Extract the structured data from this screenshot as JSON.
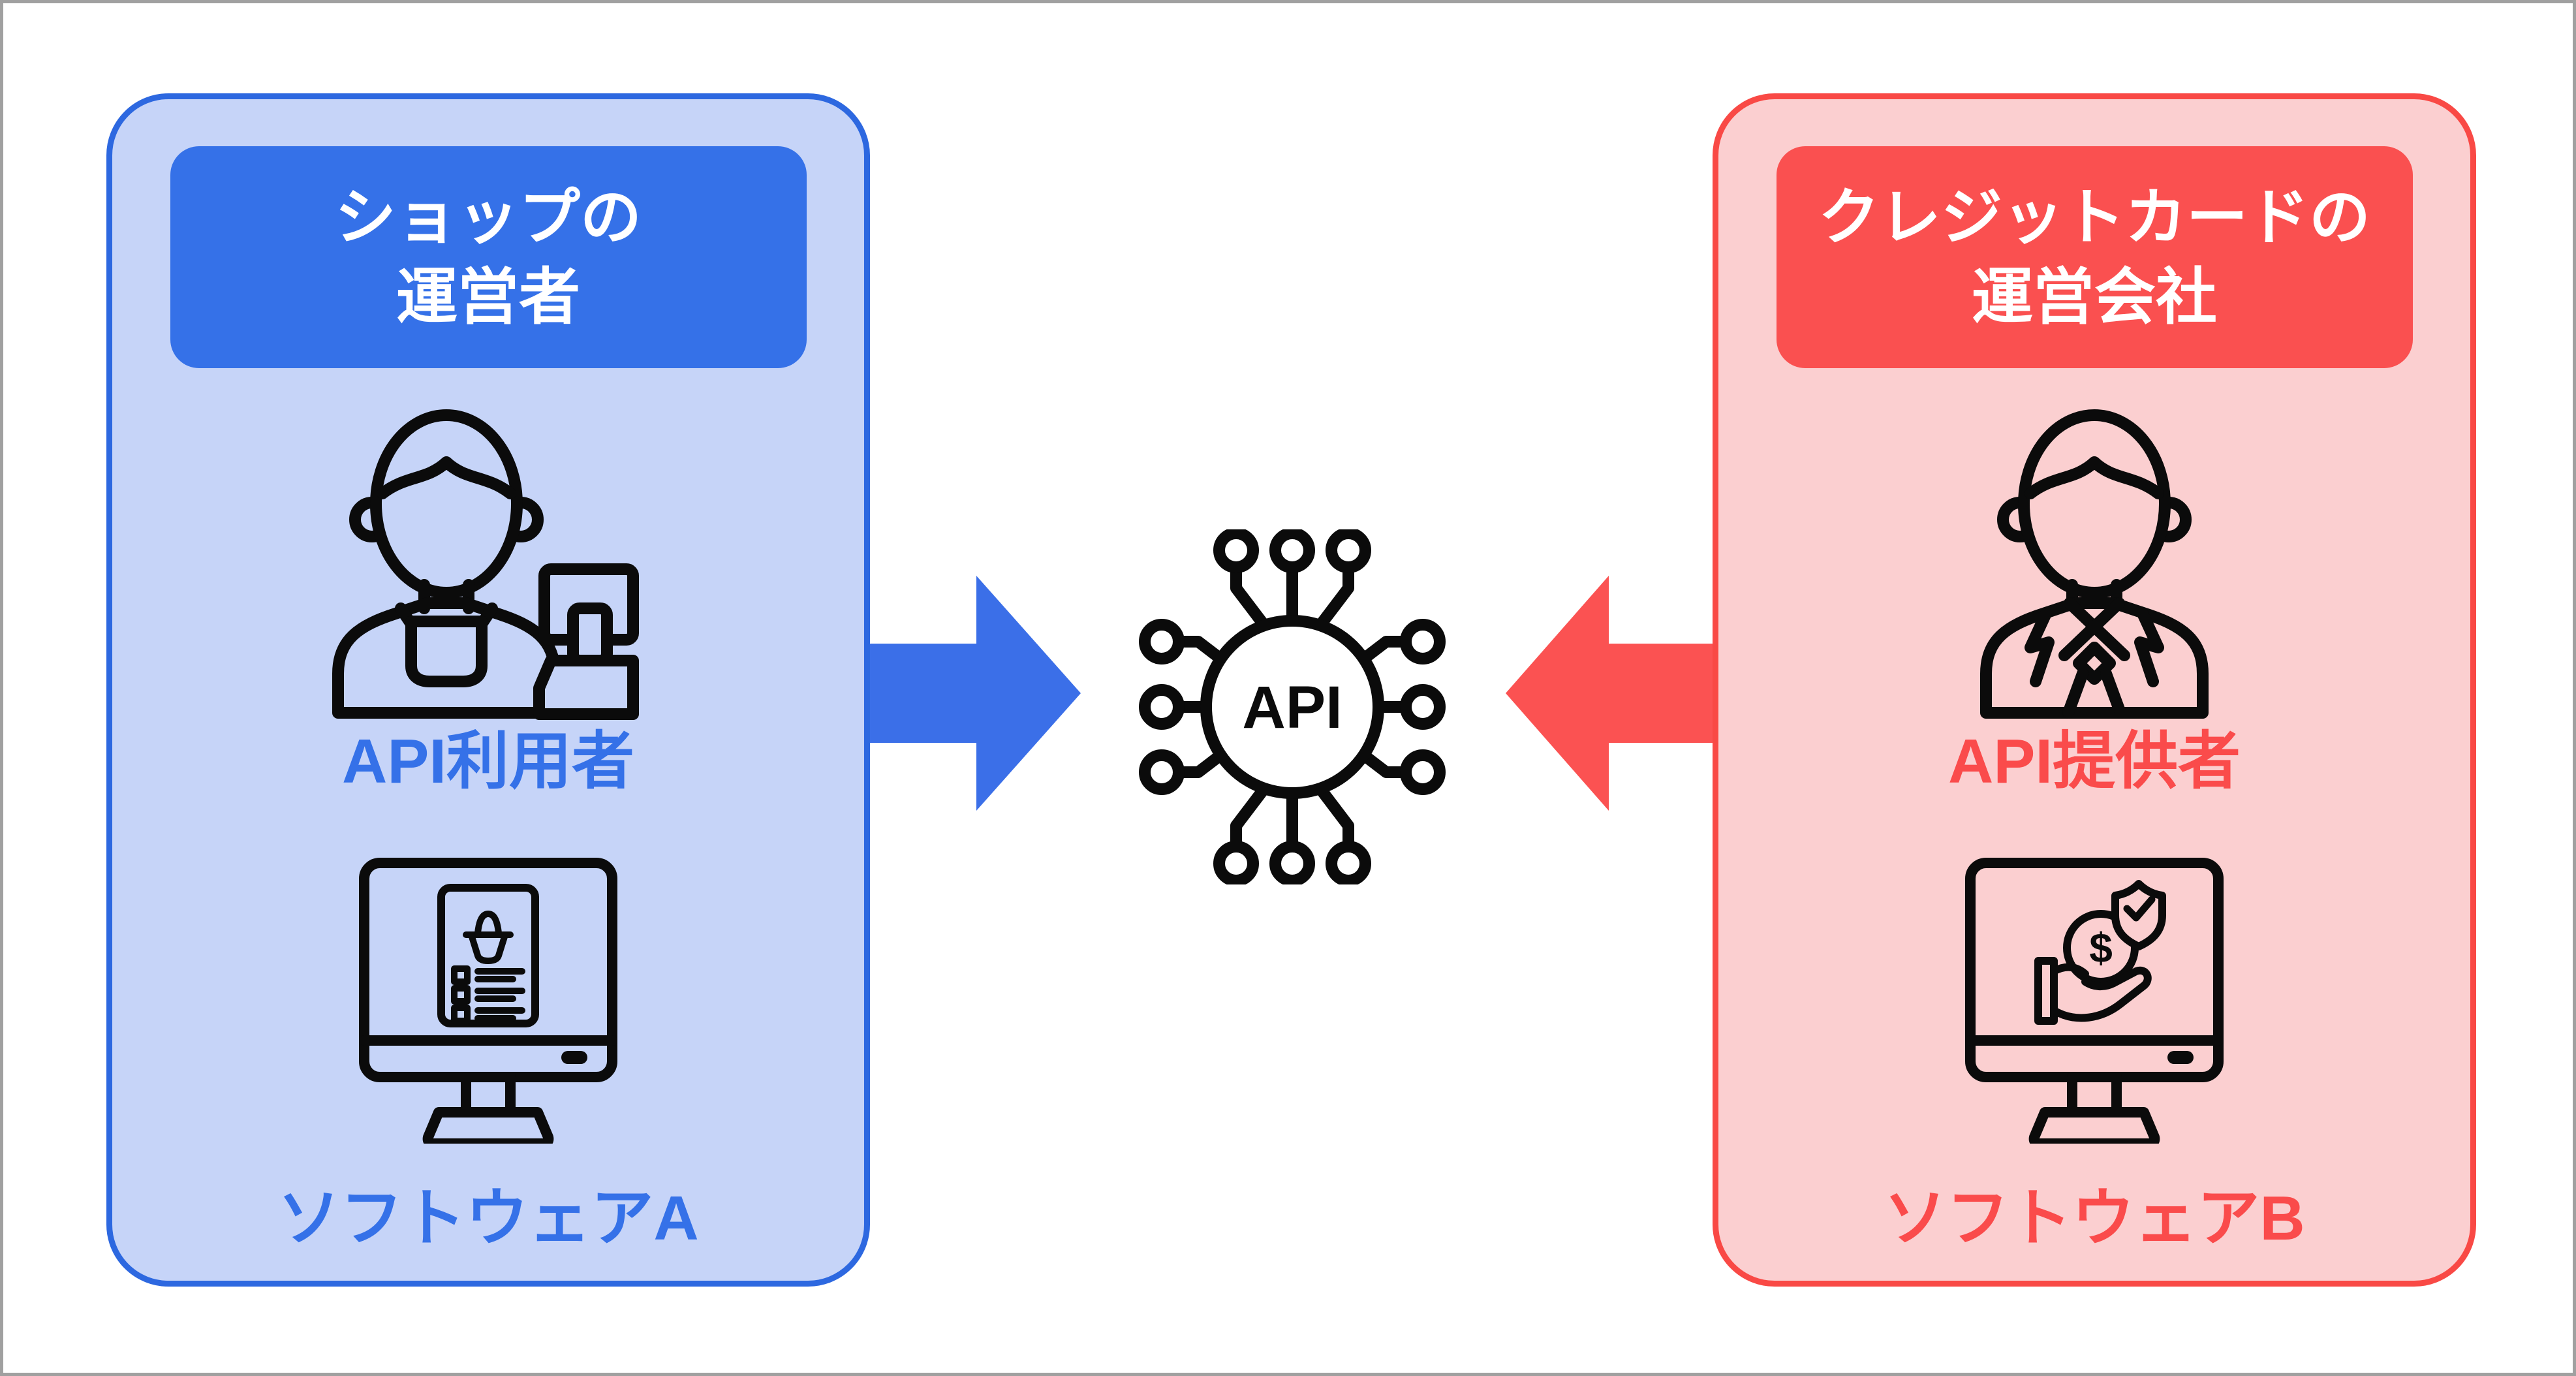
{
  "frame": {
    "background": "#FFFFFF",
    "border_color": "#A0A0A0"
  },
  "left_panel": {
    "header_line1": "ショップの",
    "header_line2": "運営者",
    "actor_label": "API利用者",
    "software_label": "ソフトウェアA",
    "colors": {
      "panel_bg": "#C6D4F8",
      "panel_border": "#2D68E0",
      "header_bg": "#3571E8",
      "header_text": "#FFFFFF",
      "label_text": "#3571E8",
      "arrow": "#3B6FE8"
    },
    "icons": {
      "actor": "shop-clerk-with-cash-register-icon",
      "software": "monitor-order-list-icon"
    }
  },
  "right_panel": {
    "header_line1": "クレジットカードの",
    "header_line2": "運営会社",
    "actor_label": "API提供者",
    "software_label": "ソフトウェアB",
    "currency_symbol": "$",
    "colors": {
      "panel_bg": "#FBCFD0",
      "panel_border": "#F94945",
      "header_bg": "#FA5050",
      "header_text": "#FFFFFF",
      "label_text": "#FA4B4B",
      "arrow": "#FB5252"
    },
    "icons": {
      "actor": "businessman-icon",
      "software": "monitor-payment-security-icon"
    }
  },
  "center": {
    "api_label": "API"
  }
}
